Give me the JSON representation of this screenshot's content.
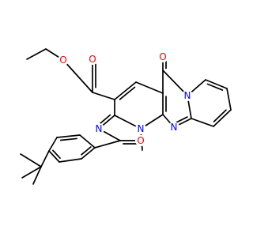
{
  "colors": {
    "background": "#ffffff",
    "bond": "#000000",
    "O": "#ff0000",
    "N": "#0000ff"
  },
  "atoms": [
    {
      "id": "O_ester_carbonyl",
      "label": "O",
      "element": "O"
    },
    {
      "id": "O_ester",
      "label": "O",
      "element": "O"
    },
    {
      "id": "O_ketone",
      "label": "O",
      "element": "O"
    },
    {
      "id": "N_pyrido",
      "label": "N",
      "element": "N"
    },
    {
      "id": "N_pyrimidine",
      "label": "N",
      "element": "N"
    },
    {
      "id": "N_imine",
      "label": "N",
      "element": "N"
    },
    {
      "id": "N_methyl",
      "label": "N",
      "element": "N"
    },
    {
      "id": "O_amide",
      "label": "O",
      "element": "O"
    }
  ]
}
